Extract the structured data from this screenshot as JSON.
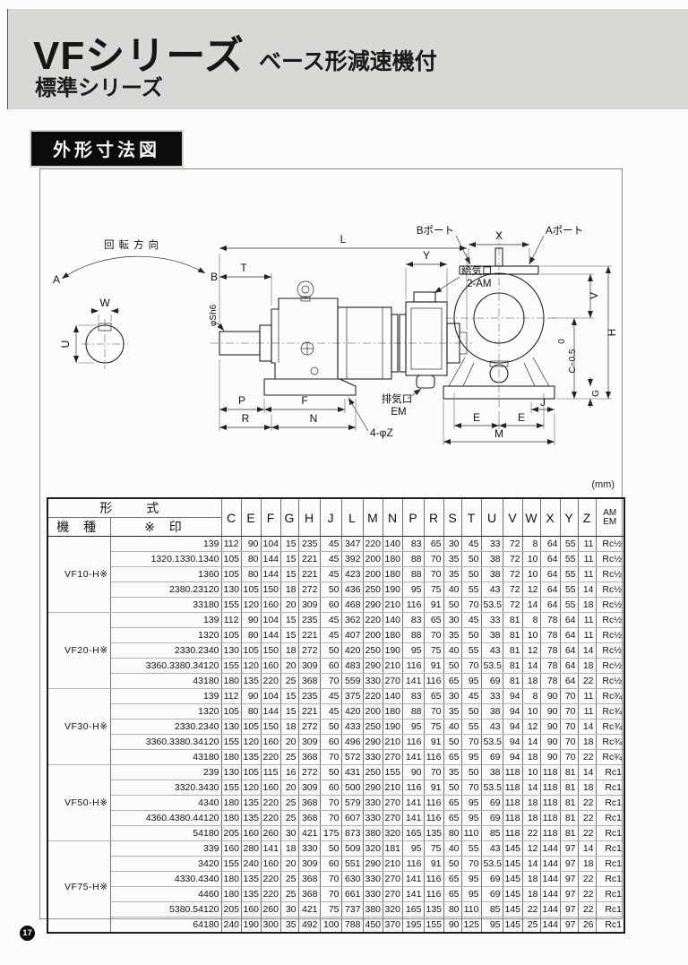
{
  "page": {
    "unit_label": "(mm)",
    "page_number": "17"
  },
  "header": {
    "title": "VFシリーズ",
    "subtitle": "ベース形減速機付",
    "series": "標準シリーズ",
    "section_label": "外形寸法図"
  },
  "diagram": {
    "labels": {
      "rotation": "回転方向",
      "rot_a": "A",
      "rot_b": "B",
      "dim_w": "W",
      "dim_u": "U",
      "dim_l": "L",
      "dim_t": "T",
      "dim_y": "Y",
      "shaft_dia": "φSh6",
      "supply_port_1": "給気口",
      "supply_port_2": "2-AM",
      "exhaust_1": "排気口",
      "exhaust_2": "EM",
      "dim_p": "P",
      "dim_f": "F",
      "dim_r": "R",
      "dim_n": "N",
      "holes": "4-φZ",
      "b_port": "Bポート",
      "a_port": "Aポート",
      "dim_x": "X",
      "dim_v": "V",
      "dim_h": "H",
      "tol_top": "0",
      "tol_c": "C−0.5",
      "dim_g": "G",
      "dim_j": "J",
      "dim_e1": "E",
      "dim_e2": "E",
      "dim_m": "M"
    }
  },
  "table": {
    "header": {
      "model": "形　式",
      "machine": "機 種",
      "mark": "※ 印",
      "columns": [
        "C",
        "E",
        "F",
        "G",
        "H",
        "J",
        "L",
        "M",
        "N",
        "P",
        "R",
        "S",
        "T",
        "U",
        "V",
        "W",
        "X",
        "Y",
        "Z"
      ],
      "last_top": "AM",
      "last_bottom": "EM"
    },
    "groups": [
      {
        "model": "VF10-H※",
        "rows": [
          {
            "mark": "139",
            "values": [
              112,
              90,
              104,
              15,
              235,
              45,
              347,
              220,
              140,
              83,
              65,
              30,
              45,
              33,
              72,
              8,
              64,
              55,
              11,
              "Rc½"
            ]
          },
          {
            "mark": "1320.1330.1340",
            "values": [
              105,
              80,
              144,
              15,
              221,
              45,
              392,
              200,
              180,
              88,
              70,
              35,
              50,
              38,
              72,
              10,
              64,
              55,
              11,
              "Rc½"
            ]
          },
          {
            "mark": "1360",
            "values": [
              105,
              80,
              144,
              15,
              221,
              45,
              423,
              200,
              180,
              88,
              70,
              35,
              50,
              38,
              72,
              10,
              64,
              55,
              11,
              "Rc½"
            ]
          },
          {
            "mark": "2380.23120",
            "values": [
              130,
              105,
              150,
              18,
              272,
              50,
              436,
              250,
              190,
              95,
              75,
              40,
              55,
              43,
              72,
              12,
              64,
              55,
              14,
              "Rc½"
            ]
          },
          {
            "mark": "33180",
            "values": [
              155,
              120,
              160,
              20,
              309,
              60,
              468,
              290,
              210,
              116,
              91,
              50,
              70,
              53.5,
              72,
              14,
              64,
              55,
              18,
              "Rc½"
            ]
          }
        ]
      },
      {
        "model": "VF20-H※",
        "rows": [
          {
            "mark": "139",
            "values": [
              112,
              90,
              104,
              15,
              235,
              45,
              362,
              220,
              140,
              83,
              65,
              30,
              45,
              33,
              81,
              8,
              78,
              64,
              11,
              "Rc½"
            ]
          },
          {
            "mark": "1320",
            "values": [
              105,
              80,
              144,
              15,
              221,
              45,
              407,
              200,
              180,
              88,
              70,
              35,
              50,
              38,
              81,
              10,
              78,
              64,
              11,
              "Rc½"
            ]
          },
          {
            "mark": "2330.2340",
            "values": [
              130,
              105,
              150,
              18,
              272,
              50,
              420,
              250,
              190,
              95,
              75,
              40,
              55,
              43,
              81,
              12,
              78,
              64,
              14,
              "Rc½"
            ]
          },
          {
            "mark": "3360.3380.34120",
            "values": [
              155,
              120,
              160,
              20,
              309,
              60,
              483,
              290,
              210,
              116,
              91,
              50,
              70,
              53.5,
              81,
              14,
              78,
              64,
              18,
              "Rc½"
            ]
          },
          {
            "mark": "43180",
            "values": [
              180,
              135,
              220,
              25,
              368,
              70,
              559,
              330,
              270,
              141,
              116,
              65,
              95,
              69,
              81,
              18,
              78,
              64,
              22,
              "Rc½"
            ]
          }
        ]
      },
      {
        "model": "VF30-H※",
        "rows": [
          {
            "mark": "139",
            "values": [
              112,
              90,
              104,
              15,
              235,
              45,
              375,
              220,
              140,
              83,
              65,
              30,
              45,
              33,
              94,
              8,
              90,
              70,
              11,
              "Rc¾"
            ]
          },
          {
            "mark": "1320",
            "values": [
              105,
              80,
              144,
              15,
              221,
              45,
              420,
              200,
              180,
              88,
              70,
              35,
              50,
              38,
              94,
              10,
              90,
              70,
              11,
              "Rc¾"
            ]
          },
          {
            "mark": "2330.2340",
            "values": [
              130,
              105,
              150,
              18,
              272,
              50,
              433,
              250,
              190,
              95,
              75,
              40,
              55,
              43,
              94,
              12,
              90,
              70,
              14,
              "Rc¾"
            ]
          },
          {
            "mark": "3360.3380.34120",
            "values": [
              155,
              120,
              160,
              20,
              309,
              60,
              496,
              290,
              210,
              116,
              91,
              50,
              70,
              53.5,
              94,
              14,
              90,
              70,
              18,
              "Rc¾"
            ]
          },
          {
            "mark": "43180",
            "values": [
              180,
              135,
              220,
              25,
              368,
              70,
              572,
              330,
              270,
              141,
              116,
              65,
              95,
              69,
              94,
              18,
              90,
              70,
              22,
              "Rc¾"
            ]
          }
        ]
      },
      {
        "model": "VF50-H※",
        "rows": [
          {
            "mark": "239",
            "values": [
              130,
              105,
              115,
              16,
              272,
              50,
              431,
              250,
              155,
              90,
              70,
              35,
              50,
              38,
              118,
              10,
              118,
              81,
              14,
              "Rc1"
            ]
          },
          {
            "mark": "3320.3430",
            "values": [
              155,
              120,
              160,
              20,
              309,
              60,
              500,
              290,
              210,
              116,
              91,
              50,
              70,
              53.5,
              118,
              14,
              118,
              81,
              18,
              "Rc1"
            ]
          },
          {
            "mark": "4340",
            "values": [
              180,
              135,
              220,
              25,
              368,
              70,
              579,
              330,
              270,
              141,
              116,
              65,
              95,
              69,
              118,
              18,
              118,
              81,
              22,
              "Rc1"
            ]
          },
          {
            "mark": "4360.4380.44120",
            "values": [
              180,
              135,
              220,
              25,
              368,
              70,
              607,
              330,
              270,
              141,
              116,
              65,
              95,
              69,
              118,
              18,
              118,
              81,
              22,
              "Rc1"
            ]
          },
          {
            "mark": "54180",
            "values": [
              205,
              160,
              260,
              30,
              421,
              175,
              873,
              380,
              320,
              165,
              135,
              80,
              110,
              85,
              118,
              22,
              118,
              81,
              22,
              "Rc1"
            ]
          }
        ]
      },
      {
        "model": "VF75-H※",
        "rows": [
          {
            "mark": "339",
            "values": [
              160,
              280,
              141,
              18,
              330,
              50,
              509,
              320,
              181,
              95,
              75,
              40,
              55,
              43,
              145,
              12,
              144,
              97,
              14,
              "Rc1"
            ]
          },
          {
            "mark": "3420",
            "values": [
              155,
              240,
              160,
              20,
              309,
              60,
              551,
              290,
              210,
              116,
              91,
              50,
              70,
              53.5,
              145,
              14,
              144,
              97,
              18,
              "Rc1"
            ]
          },
          {
            "mark": "4330.4340",
            "values": [
              180,
              135,
              220,
              25,
              368,
              70,
              630,
              330,
              270,
              141,
              116,
              65,
              95,
              69,
              145,
              18,
              144,
              97,
              22,
              "Rc1"
            ]
          },
          {
            "mark": "4460",
            "values": [
              180,
              135,
              220,
              25,
              368,
              70,
              661,
              330,
              270,
              141,
              116,
              65,
              95,
              69,
              145,
              18,
              144,
              97,
              22,
              "Rc1"
            ]
          },
          {
            "mark": "5380.54120",
            "values": [
              205,
              160,
              260,
              30,
              421,
              75,
              737,
              380,
              320,
              165,
              135,
              80,
              110,
              85,
              145,
              22,
              144,
              97,
              22,
              "Rc1"
            ]
          },
          {
            "mark": "64180",
            "values": [
              240,
              190,
              300,
              35,
              492,
              100,
              788,
              450,
              370,
              195,
              155,
              90,
              125,
              95,
              145,
              25,
              144,
              97,
              26,
              "Rc1"
            ]
          }
        ]
      }
    ]
  }
}
